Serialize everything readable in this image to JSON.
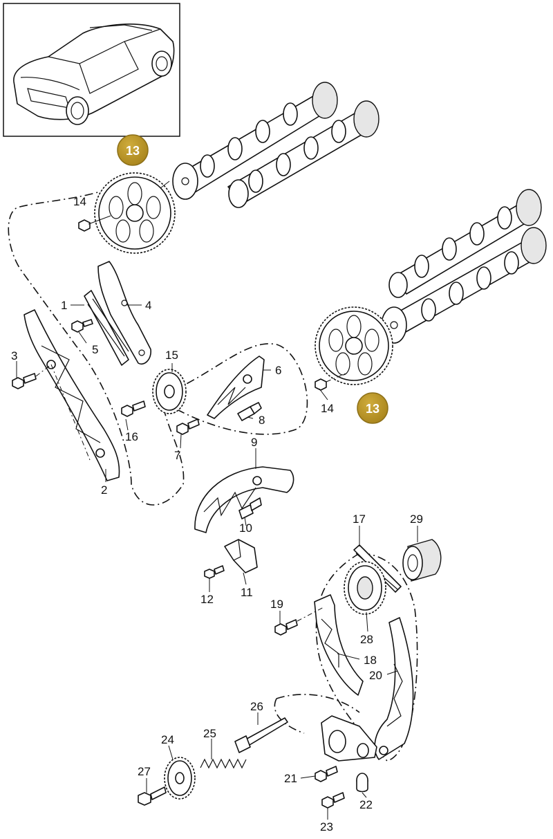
{
  "labels": {
    "p1": "1",
    "p2": "2",
    "p3": "3",
    "p4": "4",
    "p5": "5",
    "p6": "6",
    "p7": "7",
    "p8": "8",
    "p9": "9",
    "p10": "10",
    "p11": "11",
    "p12": "12",
    "p14a": "14",
    "p14b": "14",
    "p15": "15",
    "p16": "16",
    "p17": "17",
    "p18": "18",
    "p19": "19",
    "p20": "20",
    "p21": "21",
    "p22": "22",
    "p23": "23",
    "p24": "24",
    "p25": "25",
    "p26": "26",
    "p27": "27",
    "p28": "28",
    "p29": "29"
  },
  "badges": {
    "b13a": "13",
    "b13b": "13"
  },
  "colors": {
    "badge": "#b59226",
    "badge_stroke": "#8d7018",
    "line": "#111111"
  },
  "icons": {
    "vehicle": "car-thumbnail-icon"
  }
}
